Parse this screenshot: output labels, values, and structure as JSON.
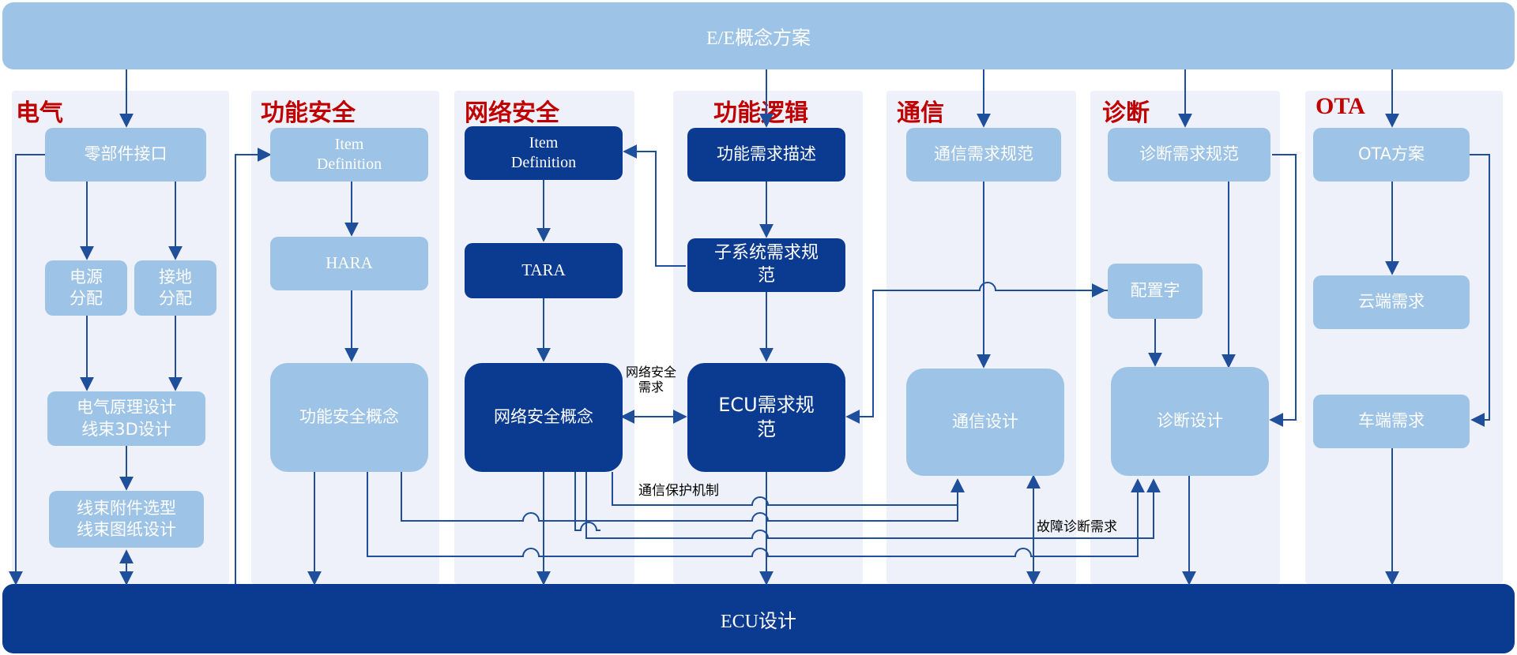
{
  "top_bar": "E/E概念方案",
  "bottom_bar": "ECU设计",
  "columns": {
    "electrical": "电气",
    "func_safety": "功能安全",
    "cyber_security": "网络安全",
    "func_logic": "功能逻辑",
    "communication": "通信",
    "diagnosis": "诊断",
    "ota": "OTA"
  },
  "nodes": {
    "parts_interface": "零部件接口",
    "power_dist": "电源\n分配",
    "ground_dist": "接地\n分配",
    "elec_schematic": "电气原理设计\n线束3D设计",
    "harness_accessory": "线束附件选型\n线束图纸设计",
    "fs_item_def": "Item\nDefinition",
    "hara": "HARA",
    "fs_concept": "功能安全概念",
    "cs_item_def": "Item\nDefinition",
    "tara": "TARA",
    "cs_concept": "网络安全概念",
    "func_req_desc": "功能需求描述",
    "subsystem_req": "子系统需求规\n范",
    "ecu_req": "ECU需求规\n范",
    "comm_req": "通信需求规范",
    "comm_design": "通信设计",
    "diag_req": "诊断需求规范",
    "config_word": "配置字",
    "diag_design": "诊断设计",
    "ota_plan": "OTA方案",
    "cloud_req": "云端需求",
    "vehicle_req": "车端需求"
  },
  "labels": {
    "cs_requirement": "网络安全\n需求",
    "comm_protection": "通信保护机制",
    "fault_diag_req": "故障诊断需求"
  },
  "colors": {
    "light_node": "#9dc3e6",
    "dark_node": "#0b3a91",
    "column_bg": "#eef1f9",
    "title_red": "#c00000",
    "arrow": "#1f4e9a"
  }
}
